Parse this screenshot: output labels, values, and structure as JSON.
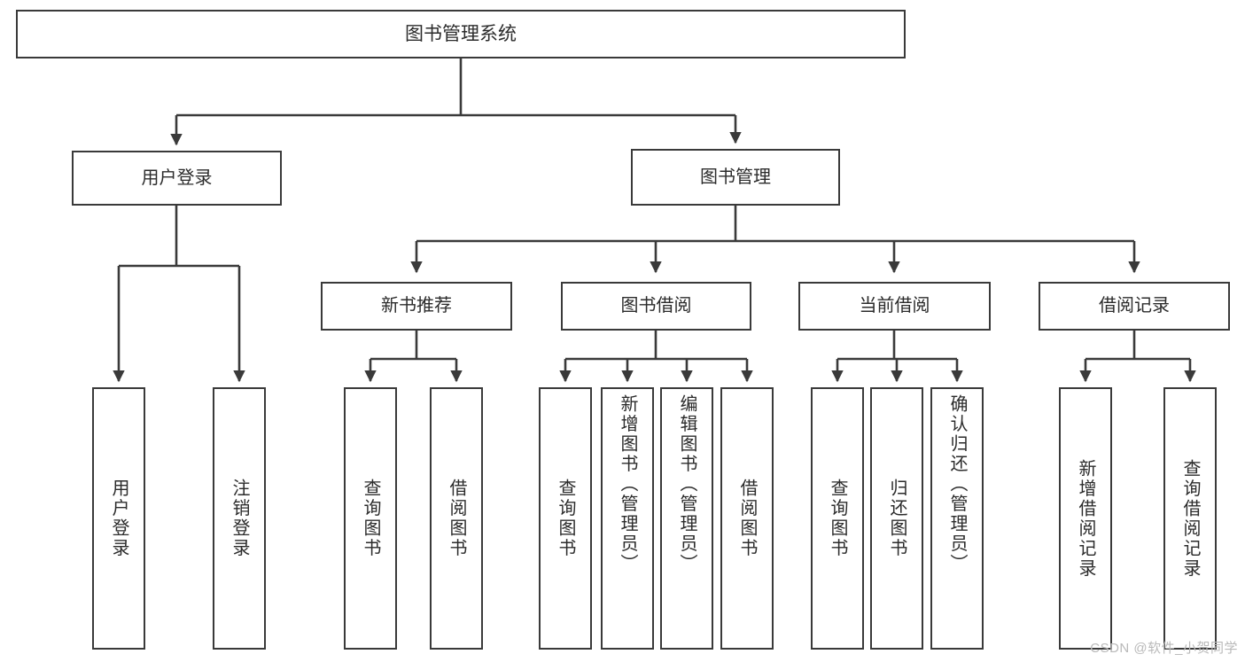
{
  "diagram": {
    "title": "图书管理系统",
    "type": "tree",
    "watermark": "CSDN @软件_小贺同学",
    "colors": {
      "box_border": "#3a3a3a",
      "box_fill": "#ffffff",
      "connector": "#3a3a3a",
      "text": "#2b2b2b",
      "watermark": "#b9b9b9"
    },
    "root": {
      "label": "图书管理系统"
    },
    "level2": [
      {
        "id": "user-login",
        "label": "用户登录"
      },
      {
        "id": "book-manage",
        "label": "图书管理"
      }
    ],
    "level3": [
      {
        "id": "new-book-rec",
        "label": "新书推荐"
      },
      {
        "id": "book-borrow",
        "label": "图书借阅"
      },
      {
        "id": "current-borrow",
        "label": "当前借阅"
      },
      {
        "id": "borrow-record",
        "label": "借阅记录"
      }
    ],
    "leaves": {
      "user_login": [
        {
          "id": "leaf-user-login",
          "label": "用户登录"
        },
        {
          "id": "leaf-user-logout",
          "label": "注销登录"
        }
      ],
      "new_book_rec": [
        {
          "id": "leaf-query-book-1",
          "label": "查询图书"
        },
        {
          "id": "leaf-borrow-book-1",
          "label": "借阅图书"
        }
      ],
      "book_borrow": [
        {
          "id": "leaf-query-book-2",
          "label": "查询图书"
        },
        {
          "id": "leaf-add-book",
          "label": "新增图书（管理员）"
        },
        {
          "id": "leaf-edit-book",
          "label": "编辑图书（管理员）"
        },
        {
          "id": "leaf-borrow-book-2",
          "label": "借阅图书"
        }
      ],
      "current_borrow": [
        {
          "id": "leaf-query-book-3",
          "label": "查询图书"
        },
        {
          "id": "leaf-return-book",
          "label": "归还图书"
        },
        {
          "id": "leaf-confirm-return",
          "label": "确认归还（管理员）"
        }
      ],
      "borrow_record": [
        {
          "id": "leaf-add-record",
          "label": "新增借阅记录"
        },
        {
          "id": "leaf-query-record",
          "label": "查询借阅记录"
        }
      ]
    }
  }
}
